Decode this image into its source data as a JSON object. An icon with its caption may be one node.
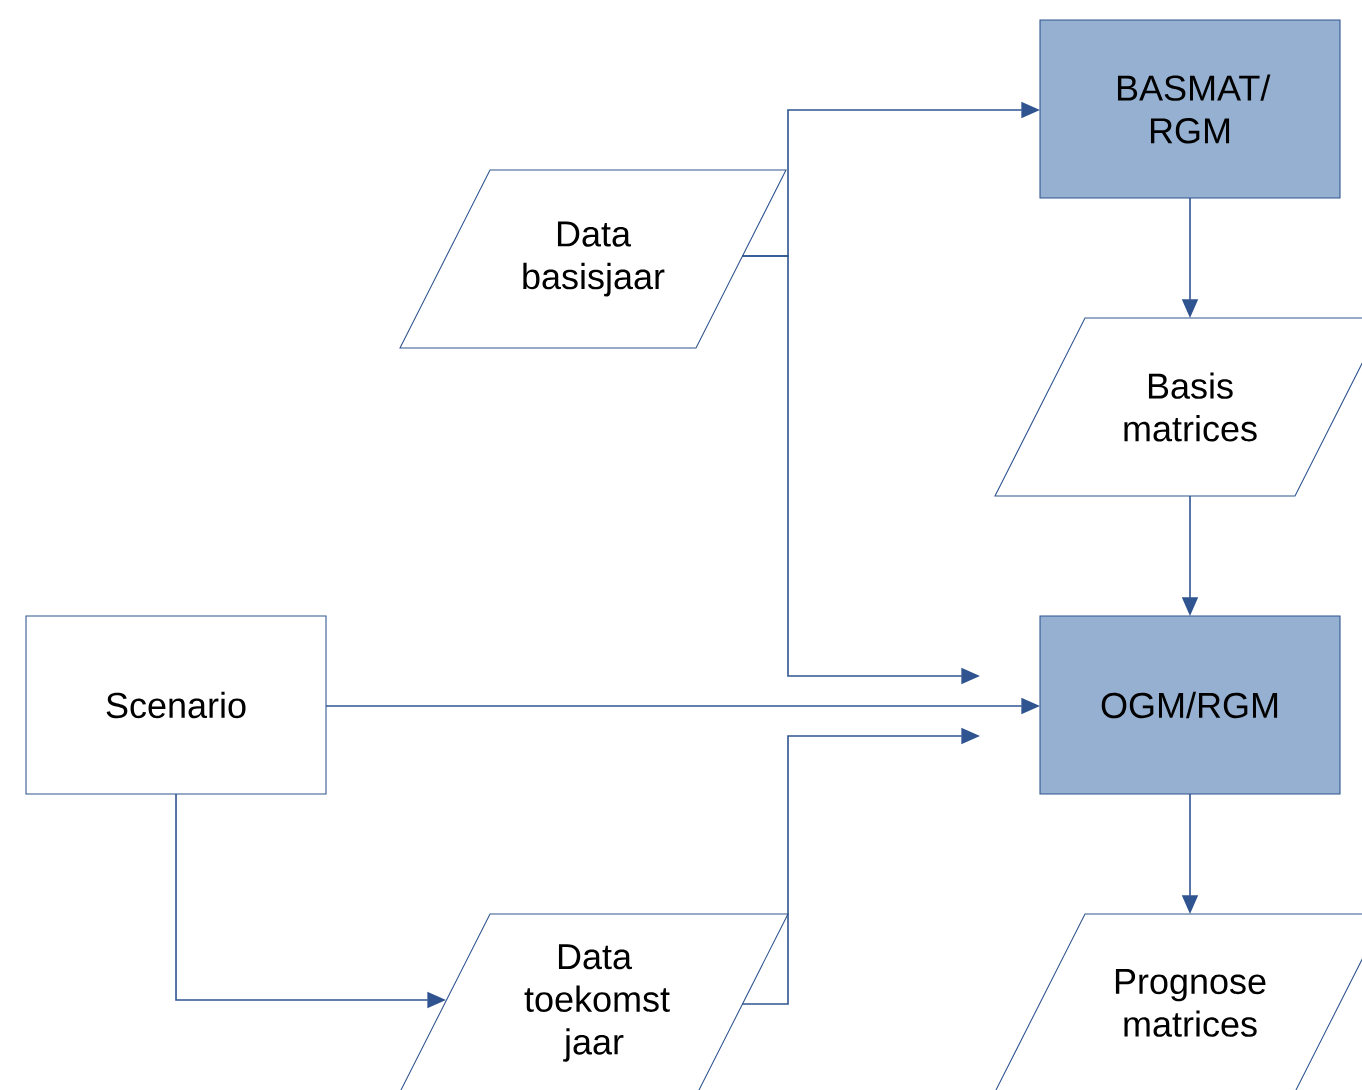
{
  "diagram": {
    "nodes": [
      {
        "text": [
          "BASMAT/ RGM"
        ]
      },
      {
        "text": [
          "Data basisjaar"
        ]
      },
      {
        "text": [
          "Basis matrices"
        ]
      },
      {
        "text": [
          "Scenario"
        ]
      },
      {
        "text": [
          "OGM/RGM"
        ]
      },
      {
        "text": [
          "Data toekomst jaar"
        ]
      },
      {
        "text": [
          "Prognose matrices"
        ]
      }
    ],
    "edges": [
      {
        "from": 1,
        "to": 0,
        "arrow": "to"
      },
      {
        "from": 1,
        "to": 4,
        "arrow": "to"
      },
      {
        "from": 0,
        "to": 2,
        "arrow": "to"
      },
      {
        "from": 2,
        "to": 4,
        "arrow": "to"
      },
      {
        "from": 3,
        "to": 4,
        "arrow": "to"
      },
      {
        "from": 3,
        "to": 5,
        "arrow": "to"
      },
      {
        "from": 5,
        "to": 4,
        "arrow": "to"
      },
      {
        "from": 4,
        "to": 6,
        "arrow": "to"
      }
    ]
  }
}
